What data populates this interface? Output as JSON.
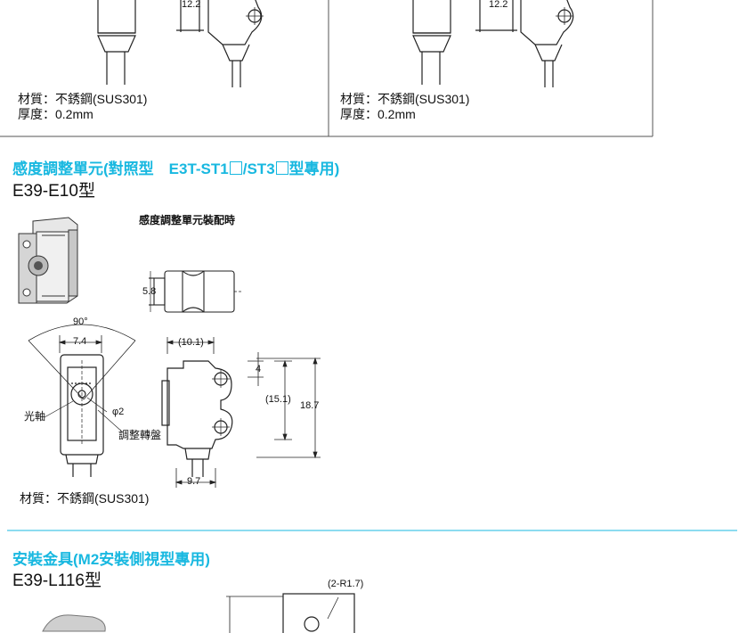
{
  "colors": {
    "accent": "#18b8e0",
    "line": "#222222",
    "frame": "#555555"
  },
  "top_panel": {
    "left": {
      "dim_12_2": "12.2",
      "material": "材質：不銹鋼(SUS301)",
      "thickness": "厚度：0.2mm"
    },
    "right": {
      "dim_12_2": "12.2",
      "material": "材質：不銹鋼(SUS301)",
      "thickness": "厚度：0.2mm"
    }
  },
  "section1": {
    "title_a": "感度調整單元(對照型　E3T-ST1",
    "title_b": "/ST3",
    "title_c": "型專用)",
    "model": "E39-E10型",
    "diagram_caption": "感度調整單元裝配時",
    "dims": {
      "d_5_8": "5.8",
      "d_90": "90°",
      "d_7_4": "7.4",
      "d_10_1": "(10.1)",
      "d_4": "4",
      "d_15_1": "(15.1)",
      "d_18_7": "18.7",
      "d_9_7": "9.7",
      "phi2": "φ2"
    },
    "labels": {
      "optical_axis": "光軸",
      "adjust_dial": "調整轉盤"
    },
    "material": "材質：不銹鋼(SUS301)"
  },
  "section2": {
    "title": "安裝金具(M2安裝側視型專用)",
    "model": "E39-L116型",
    "dim_r": "(2-R1.7)"
  }
}
